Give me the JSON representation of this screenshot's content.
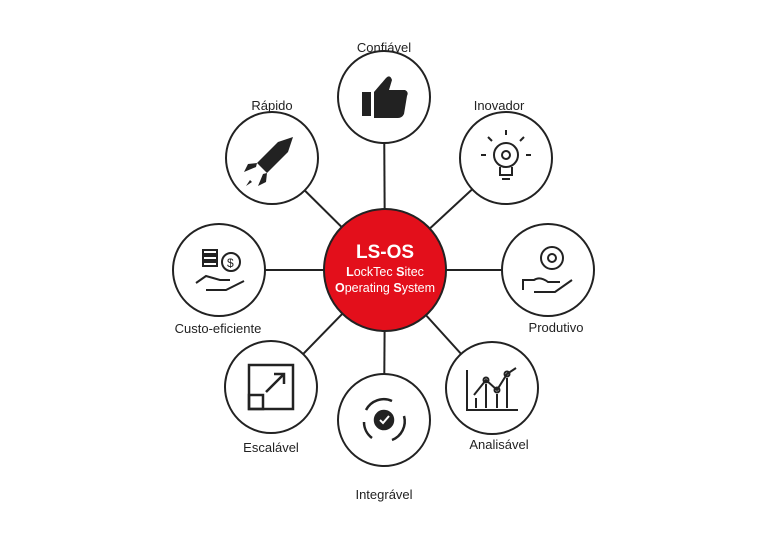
{
  "center": {
    "title": "LS-OS",
    "line1": [
      {
        "b": "L"
      },
      {
        "t": "ock"
      },
      {
        "t": "Tec "
      },
      {
        "b": "S"
      },
      {
        "t": "itec"
      }
    ],
    "line2": [
      {
        "b": "O"
      },
      {
        "t": "perating "
      },
      {
        "b": "S"
      },
      {
        "t": "ystem"
      }
    ],
    "color": "#e30f1b"
  },
  "nodes": [
    {
      "label": "Confiável",
      "icon": "thumbs-up-icon"
    },
    {
      "label": "Inovador",
      "icon": "lightbulb-gear-icon"
    },
    {
      "label": "Produtivo",
      "icon": "hand-gear-icon"
    },
    {
      "label": "Analisável",
      "icon": "chart-icon"
    },
    {
      "label": "Integrável",
      "icon": "integration-icon"
    },
    {
      "label": "Escalável",
      "icon": "scale-arrow-icon"
    },
    {
      "label": "Custo-eficiente",
      "icon": "coins-hand-icon"
    },
    {
      "label": "Rápido",
      "icon": "rocket-icon"
    }
  ]
}
